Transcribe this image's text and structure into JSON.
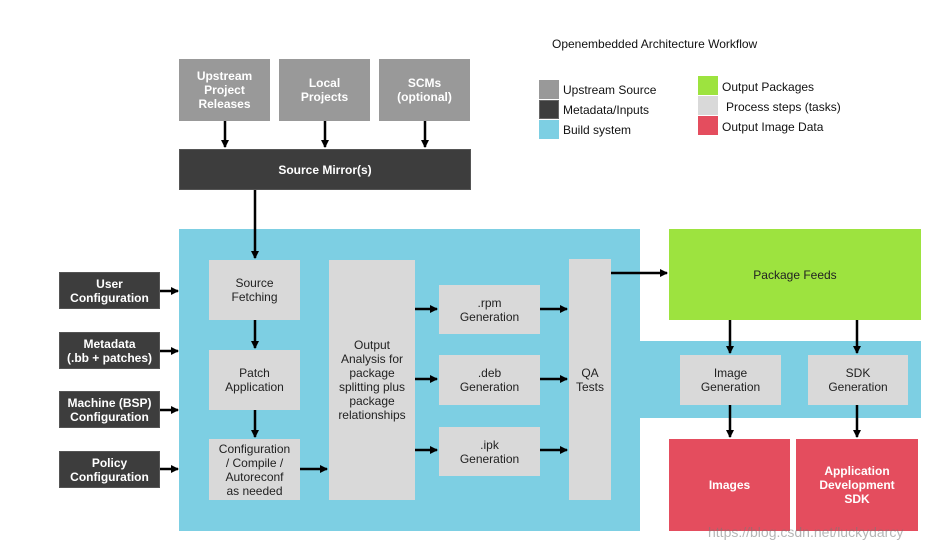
{
  "title": "Openembedded Architecture Workflow",
  "legend": {
    "upstream": "Upstream Source",
    "metadata": "Metadata/Inputs",
    "build": "Build system",
    "output_packages": "Output Packages",
    "process": "Process steps (tasks)",
    "output_image": "Output Image Data"
  },
  "colors": {
    "upstream": "#999999",
    "metadata": "#3d3d3d",
    "build": "#7dcfe3",
    "output_packages": "#9de33f",
    "process": "#d9d9d9",
    "output_image": "#e44d5e"
  },
  "sources": {
    "upstream": "Upstream\nProject\nReleases",
    "local": "Local\nProjects",
    "scms": "SCMs\n(optional)"
  },
  "mirror": "Source Mirror(s)",
  "inputs": {
    "user": "User\nConfiguration",
    "metadata": "Metadata\n(.bb + patches)",
    "machine": "Machine (BSP)\nConfiguration",
    "policy": "Policy\nConfiguration"
  },
  "steps": {
    "fetch": "Source\nFetching",
    "patch": "Patch\nApplication",
    "configure": "Configuration\n/ Compile /\nAutoreconf\nas needed",
    "analysis": "Output\nAnalysis for\npackage\nsplitting plus\npackage\nrelationships",
    "rpm": ".rpm\nGeneration",
    "deb": ".deb\nGeneration",
    "ipk": ".ipk\nGeneration",
    "qa": "QA\nTests",
    "image_gen": "Image\nGeneration",
    "sdk_gen": "SDK\nGeneration"
  },
  "outputs": {
    "feeds": "Package Feeds",
    "images": "Images",
    "sdk": "Application\nDevelopment\nSDK"
  },
  "watermark": "https://blog.csdn.net/luckydarcy"
}
